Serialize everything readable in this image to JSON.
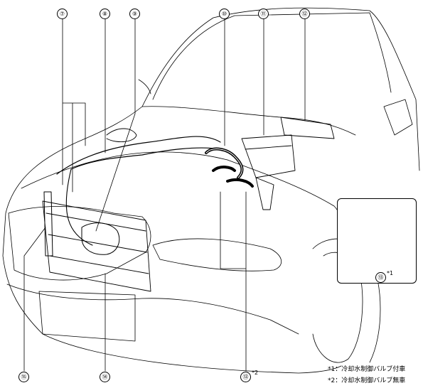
{
  "callouts": {
    "c7": "⑦",
    "c8": "⑧",
    "c9": "⑨",
    "c10": "⑩",
    "c11": "⑪",
    "c12": "⑫",
    "c13_main": "⑬",
    "c13_inset": "⑬",
    "c14": "⑭",
    "c15": "⑮"
  },
  "marks": {
    "star2": "*2",
    "star1": "*1"
  },
  "notes": [
    "*1：冷却水制御バルブ付車",
    "*2：冷却水制御バルブ無車"
  ],
  "colors": {
    "line": "#000000",
    "hose_blue": "#2b45d6",
    "hose_red": "#e23232"
  }
}
